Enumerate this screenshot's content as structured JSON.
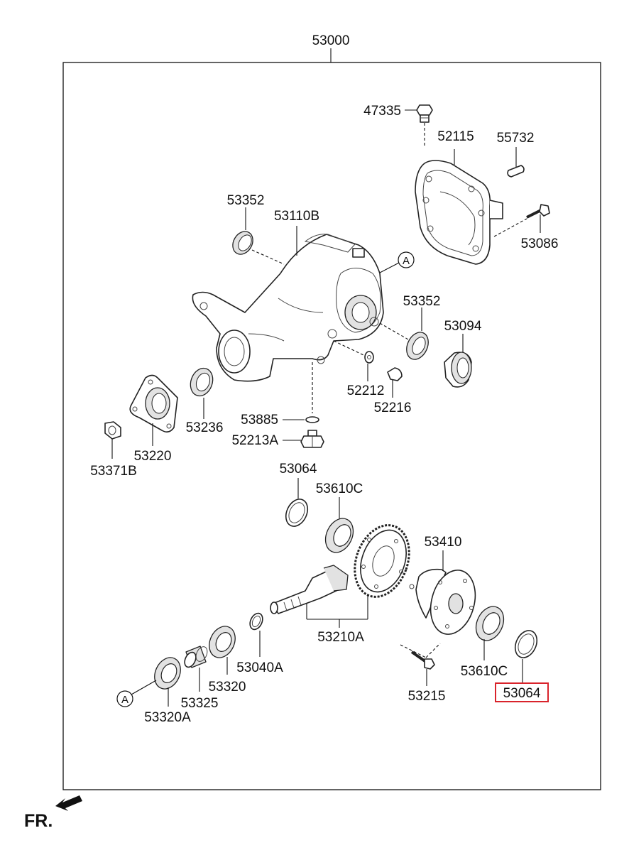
{
  "diagram_title": "53000",
  "direction_label": "FR.",
  "reference_marker": "A",
  "highlighted_part": "53064",
  "colors": {
    "highlight": "#d9232b",
    "line": "#111111",
    "part_shade": "#e2e2e2"
  },
  "parts": {
    "p47335": "47335",
    "p52115": "52115",
    "p55732": "55732",
    "p53086": "53086",
    "p53352_top": "53352",
    "p53110B": "53110B",
    "p53352_right": "53352",
    "p53094": "53094",
    "p52212": "52212",
    "p52216": "52216",
    "p53236": "53236",
    "p53885": "53885",
    "p52213A": "52213A",
    "p53220": "53220",
    "p53371B": "53371B",
    "p53064_top": "53064",
    "p53610C_top": "53610C",
    "p53410": "53410",
    "p53210A": "53210A",
    "p53040A": "53040A",
    "p53320": "53320",
    "p53325": "53325",
    "p53320A": "53320A",
    "p53215": "53215",
    "p53610C_bottom": "53610C",
    "p53064_bottom": "53064"
  }
}
